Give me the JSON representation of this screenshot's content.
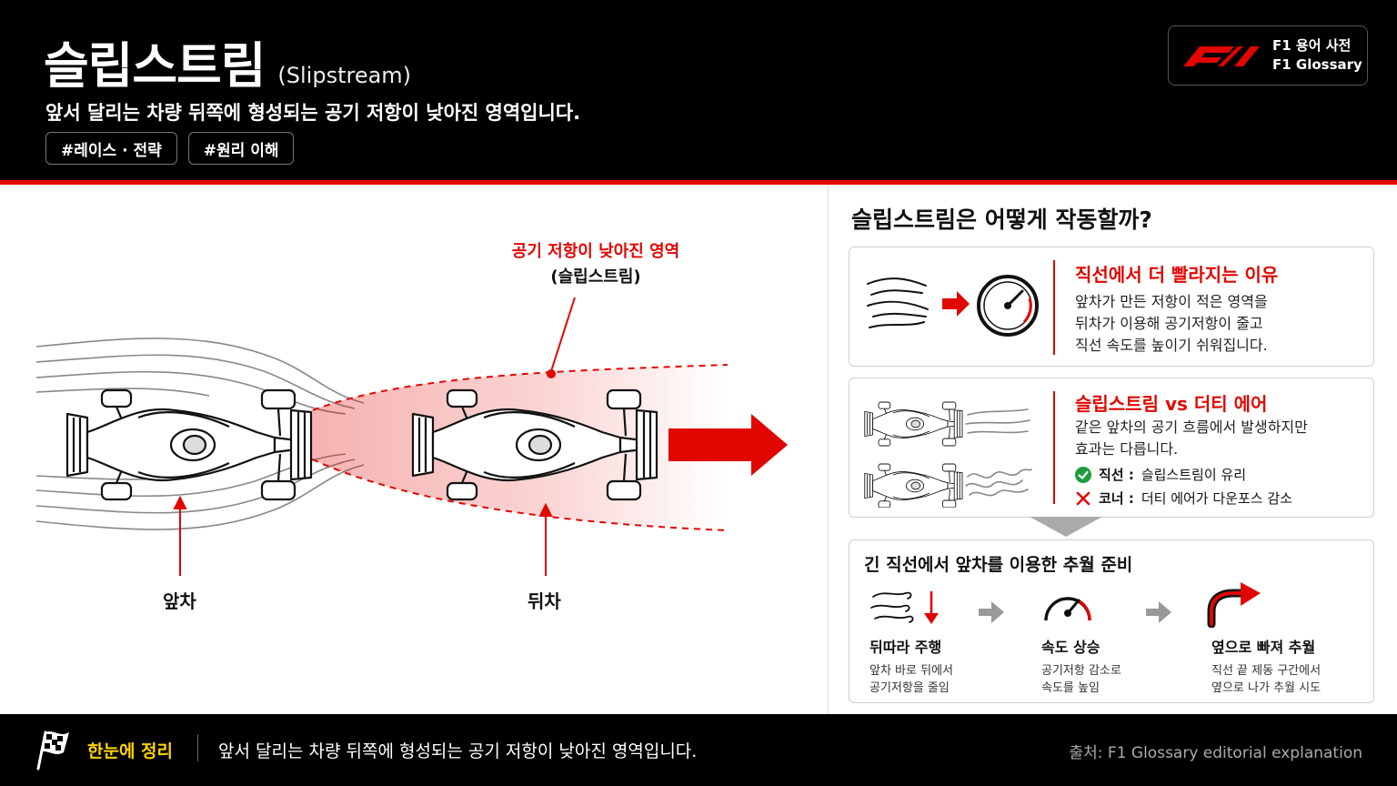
{
  "header": {
    "title": "슬립스트림",
    "title_en": "(Slipstream)",
    "subtitle": "앞서 달리는 차량 뒤쪽에 형성되는 공기 저항이 낮아진 영역입니다.",
    "tags": [
      "#레이스 · 전략",
      "#원리 이해"
    ],
    "badge_line1": "F1 용어 사전",
    "badge_line2": "F1 Glossary"
  },
  "diagram": {
    "zone_label_line1": "공기 저항이 낮아진 영역",
    "zone_label_line2": "(슬립스트림)",
    "front_car": "앞차",
    "rear_car": "뒤차"
  },
  "right_panel": {
    "title": "슬립스트림은 어떻게 작동할까?",
    "card1": {
      "heading": "직선에서 더 빨라지는 이유",
      "lines": [
        "앞차가 만든 저항이 적은 영역을",
        "뒤차가 이용해 공기저항이 줄고",
        "직선 속도를 높이기 쉬워집니다."
      ]
    },
    "card2": {
      "heading": "슬립스트림 vs 더티 에어",
      "lines": [
        "같은 앞차의 공기 흐름에서 발생하지만",
        "효과는 다릅니다."
      ],
      "straight_label": "직선 :",
      "straight_text": "슬립스트림이 유리",
      "corner_label": "코너 :",
      "corner_text": "더티 에어가 다운포스 감소"
    },
    "card3": {
      "heading": "긴 직선에서 앞차를 이용한 추월 준비",
      "steps": [
        {
          "title": "뒤따라 주행",
          "line1": "앞차 바로 뒤에서",
          "line2": "공기저항을 줄임"
        },
        {
          "title": "속도 상승",
          "line1": "공기저항 감소로",
          "line2": "속도를 높임"
        },
        {
          "title": "옆으로 빠져 추월",
          "line1": "직선 끝 제동 구간에서",
          "line2": "옆으로 나가 추월 시도"
        }
      ]
    }
  },
  "footer": {
    "summary_label": "한눈에 정리",
    "summary_text": "앞서 달리는 차량 뒤쪽에 형성되는 공기 저항이 낮아진 영역입니다.",
    "source": "출처: F1 Glossary editorial explanation"
  },
  "colors": {
    "accent": "#e10600",
    "header_bg": "#000000",
    "summary_label": "#ffd400"
  }
}
